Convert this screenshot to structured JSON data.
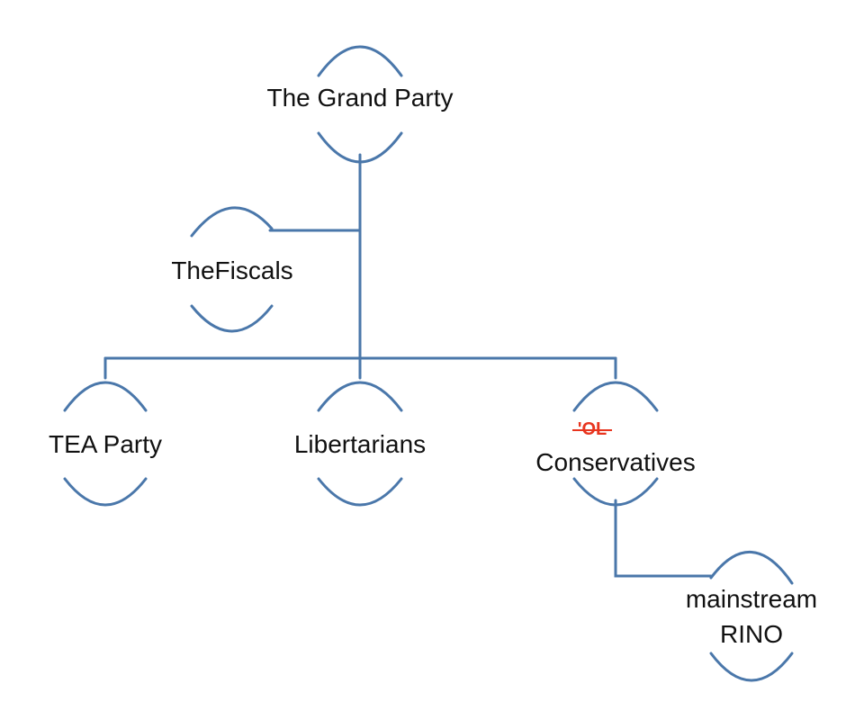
{
  "diagram": {
    "colors": {
      "line": "#4a77aa",
      "text": "#111111",
      "annotation": "#e8351f"
    },
    "nodes": {
      "grand_party": "The Grand Party",
      "fiscals": "TheFiscals",
      "tea_party": "TEA Party",
      "libertarians": "Libertarians",
      "conservatives_annotation": "'OL",
      "conservatives": "Conservatives",
      "rino_line1": "mainstream",
      "rino_line2": "RINO"
    }
  }
}
